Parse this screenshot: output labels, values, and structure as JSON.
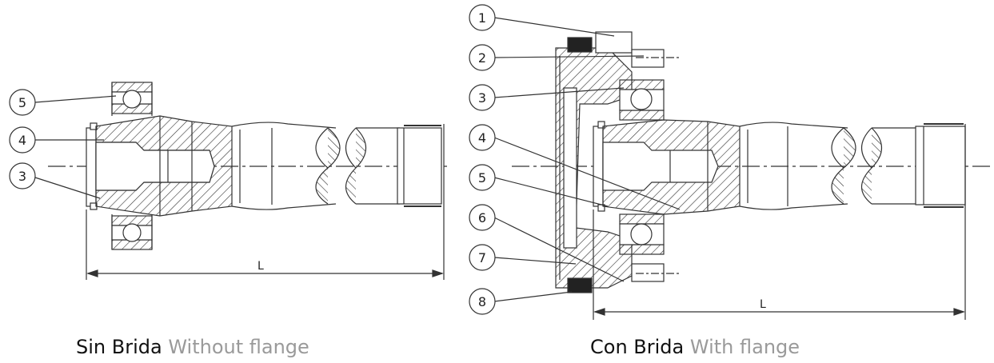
{
  "left_figure": {
    "caption_es": "Sin Brida",
    "caption_en": "Without flange",
    "dimension_label": "L",
    "callouts": [
      "5",
      "4",
      "3"
    ]
  },
  "right_figure": {
    "caption_es": "Con Brida",
    "caption_en": "With flange",
    "dimension_label": "L",
    "callouts": [
      "1",
      "2",
      "3",
      "4",
      "5",
      "6",
      "7",
      "8"
    ]
  }
}
